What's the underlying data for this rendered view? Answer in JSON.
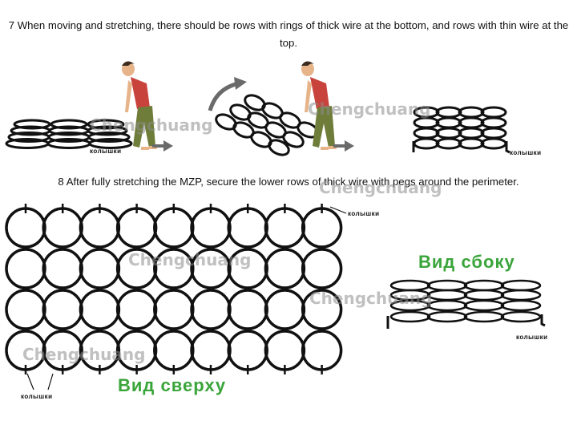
{
  "instructions": {
    "step7": "7 When moving and stretching, there should be rows with rings of thick wire at the bottom, and rows with thin wire at the top.",
    "step8": "8 After fully stretching the MZP, secure the lower rows of thick wire with pegs around the perimeter."
  },
  "labels": {
    "pegs": "колышки",
    "top_view": "Вид сверху",
    "side_view": "Вид сбоку"
  },
  "watermark": "Chengchuang",
  "colors": {
    "label_green": "#3aa53a",
    "shirt": "#c8433b",
    "pants": "#6f7d3a",
    "skin": "#e7b48a",
    "hair": "#3b2a1e",
    "arrow_gray": "#6a6a6a",
    "wire": "#111111"
  }
}
